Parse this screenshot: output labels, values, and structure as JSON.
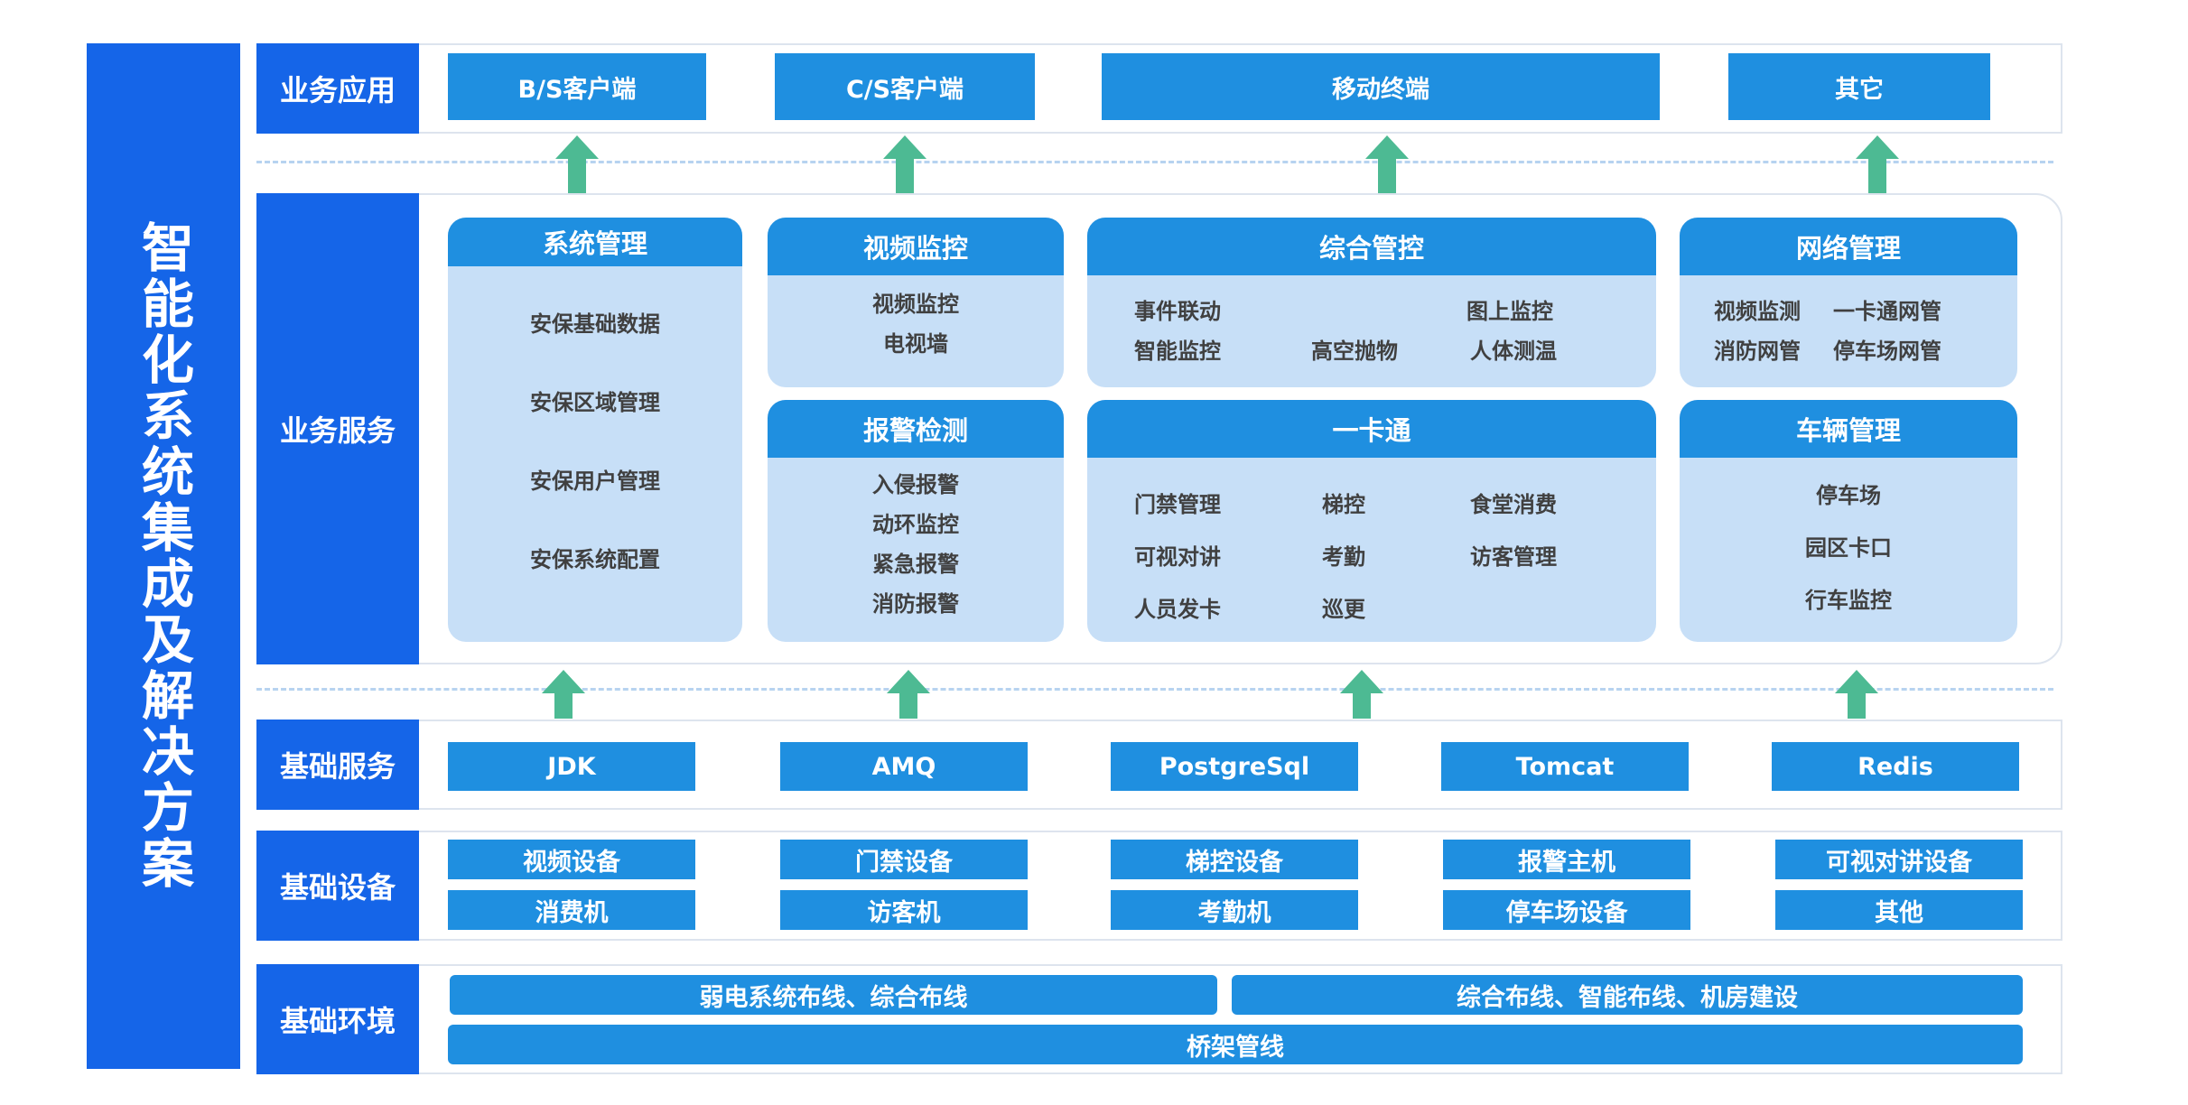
{
  "main_title": "智能化系统集成及解决方案",
  "rows": {
    "business_app": "业务应用",
    "business_service": "业务服务",
    "base_service": "基础服务",
    "base_device": "基础设备",
    "base_env": "基础环境"
  },
  "business_app": [
    "B/S客户端",
    "C/S客户端",
    "移动终端",
    "其它"
  ],
  "panels": {
    "system_mgmt": {
      "title": "系统管理",
      "items": [
        "安保基础数据",
        "安保区域管理",
        "安保用户管理",
        "安保系统配置"
      ]
    },
    "video_monitor": {
      "title": "视频监控",
      "items": [
        "视频监控",
        "电视墙"
      ]
    },
    "alarm_detect": {
      "title": "报警检测",
      "items": [
        "入侵报警",
        "动环监控",
        "紧急报警",
        "消防报警"
      ]
    },
    "integrated_ctrl": {
      "title": "综合管控",
      "items": [
        "事件联动",
        "图上监控",
        "智能监控",
        "高空抛物",
        "人体测温"
      ]
    },
    "one_card": {
      "title": "一卡通",
      "items": [
        "门禁管理",
        "梯控",
        "食堂消费",
        "可视对讲",
        "考勤",
        "访客管理",
        "人员发卡",
        "巡更"
      ]
    },
    "network_mgmt": {
      "title": "网络管理",
      "items": [
        "视频监测",
        "一卡通网管",
        "消防网管",
        "停车场网管"
      ]
    },
    "vehicle_mgmt": {
      "title": "车辆管理",
      "items": [
        "停车场",
        "园区卡口",
        "行车监控"
      ]
    }
  },
  "base_service": [
    "JDK",
    "AMQ",
    "PostgreSql",
    "Tomcat",
    "Redis"
  ],
  "base_device": {
    "row1": [
      "视频设备",
      "门禁设备",
      "梯控设备",
      "报警主机",
      "可视对讲设备"
    ],
    "row2": [
      "消费机",
      "访客机",
      "考勤机",
      "停车场设备",
      "其他"
    ]
  },
  "base_env": [
    "弱电系统布线、综合布线",
    "综合布线、智能布线、机房建设",
    "桥架管线"
  ],
  "colors": {
    "label_blue": "#1565e8",
    "button_blue": "#1f8fe0",
    "panel_light": "#c7dff7",
    "arrow_green": "#4dba93"
  }
}
